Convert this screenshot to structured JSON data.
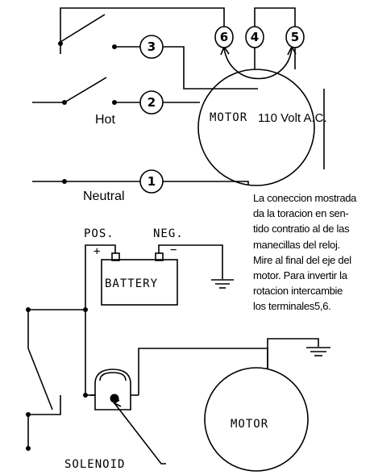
{
  "terminals": {
    "t1": "1",
    "t2": "2",
    "t3": "3",
    "t4": "4",
    "t5": "5",
    "t6": "6"
  },
  "labels": {
    "hot": "Hot",
    "neutral": "Neutral",
    "motor_top": "MOTOR",
    "voltage": "110 Volt A.C.",
    "pos": "POS.",
    "neg": "NEG.",
    "plus": "+",
    "minus": "−",
    "battery": "BATTERY",
    "motor_bottom": "MOTOR",
    "solenoid": "SOLENOID"
  },
  "note": {
    "lines": [
      "La coneccion mostrada",
      "da la toracion en sen-",
      "tido contratio al de las",
      "manecillas del reloj.",
      "Mire al final del eje del",
      "motor. Para invertir la",
      "rotacion intercambie",
      "los terminales5,6."
    ]
  }
}
